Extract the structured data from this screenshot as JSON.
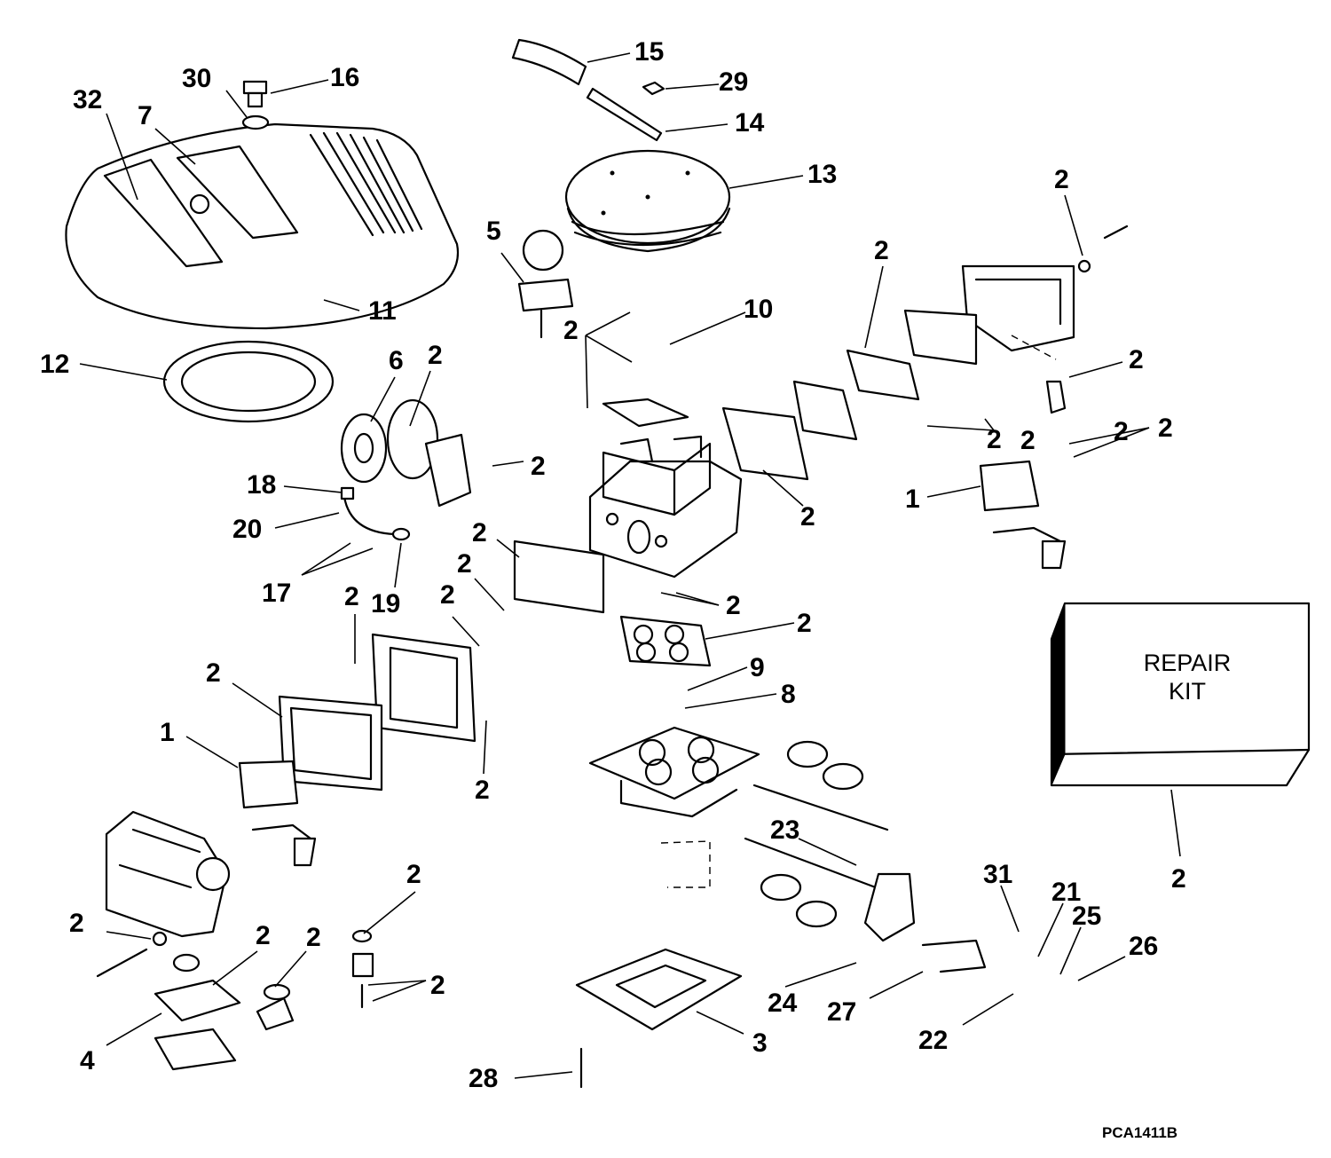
{
  "callouts": {
    "c32": "32",
    "c7": "7",
    "c30": "30",
    "c16": "16",
    "c15": "15",
    "c29": "29",
    "c14": "14",
    "c13": "13",
    "c11": "11",
    "c12": "12",
    "c5": "5",
    "c10": "10",
    "c6": "6",
    "c18": "18",
    "c20": "20",
    "c17": "17",
    "c19": "19",
    "c9": "9",
    "c8": "8",
    "c1a": "1",
    "c1b": "1",
    "c23": "23",
    "c31": "31",
    "c21": "21",
    "c25": "25",
    "c26": "26",
    "c24": "24",
    "c27": "27",
    "c22": "22",
    "c3": "3",
    "c28": "28",
    "c4": "4",
    "c2": [
      "2",
      "2",
      "2",
      "2",
      "2",
      "2",
      "2",
      "2",
      "2",
      "2",
      "2",
      "2",
      "2",
      "2",
      "2",
      "2",
      "2",
      "2",
      "2",
      "2",
      "2",
      "2",
      "2",
      "2"
    ]
  },
  "repair_kit": {
    "line1": "REPAIR",
    "line2": "KIT",
    "callout": "2"
  },
  "reference_code": "PCA1411B"
}
